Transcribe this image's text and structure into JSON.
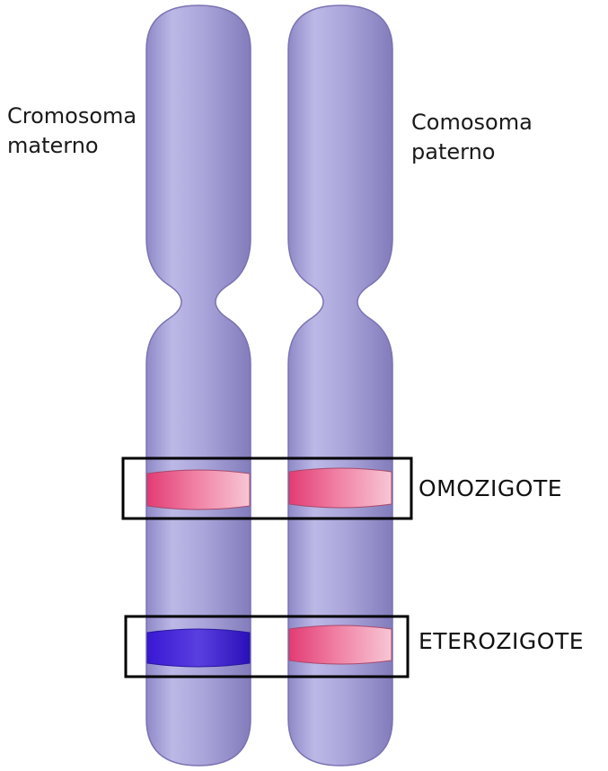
{
  "labels": {
    "maternal_line1": "Cromosoma",
    "maternal_line2": "materno",
    "paternal_line1": "Comosoma",
    "paternal_line2": "paterno",
    "homozygote": "OMOZIGOTE",
    "heterozygote": "ETEROZIGOTE"
  },
  "colors": {
    "chromosome": "#a9a4d8",
    "allele_pink": "#e0457a",
    "allele_blue": "#3b1fd6"
  }
}
